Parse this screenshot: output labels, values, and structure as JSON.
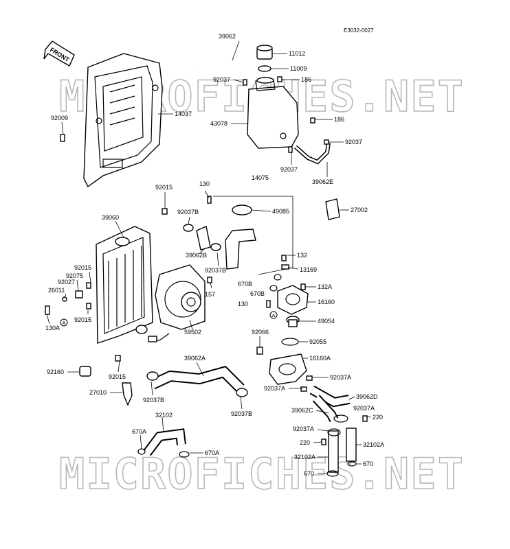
{
  "diagram_code": "E3032-0027",
  "front_label": "FRONT",
  "watermarks": [
    "MICROFICHES.NET",
    "MICROFICHES.NET"
  ],
  "callout_a": "A",
  "part_labels": [
    "39062",
    "11012",
    "11009",
    "92037",
    "186",
    "14037",
    "92009",
    "43078",
    "186",
    "92037",
    "92037",
    "39062E",
    "14075",
    "92015",
    "130",
    "92037B",
    "49085",
    "27002",
    "39060",
    "39062B",
    "92037B",
    "132",
    "13169",
    "92015",
    "92075",
    "92027",
    "26011",
    "670B",
    "132A",
    "670B",
    "130",
    "16160",
    "157",
    "92015",
    "130A",
    "49054",
    "59502",
    "92066",
    "92055",
    "16160A",
    "92160",
    "92015",
    "39062A",
    "92037A",
    "92037A",
    "39062D",
    "27010",
    "92037B",
    "92037B",
    "39062C",
    "92037A",
    "220",
    "32102",
    "92037A",
    "670A",
    "220",
    "32102A",
    "670A",
    "32102A",
    "670",
    "670"
  ]
}
